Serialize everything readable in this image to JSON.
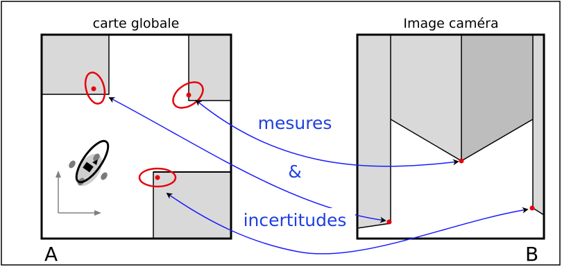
{
  "left_panel": {
    "title": "carte globale",
    "corner_label": "A"
  },
  "right_panel": {
    "title": "Image caméra",
    "corner_label": "B"
  },
  "annotations": {
    "line1": "mesures",
    "line2": "&",
    "line3": "incertitudes"
  },
  "colors": {
    "link": "#1a1aff",
    "link_text": "#1f3fe0",
    "landmark": "#e8000b",
    "obstacle": "#d9d9d9",
    "wall_dark": "#bdbdbd",
    "outline": "#000000",
    "axes": "#808080"
  }
}
